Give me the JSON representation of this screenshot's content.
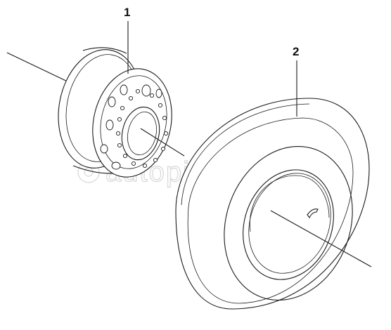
{
  "callouts": [
    {
      "id": "1",
      "label": "1"
    },
    {
      "id": "2",
      "label": "2"
    }
  ],
  "watermark": "autopiter.ru",
  "colors": {
    "ink": "#1a1a1a",
    "watermark": "#d7d7d7",
    "background": "#ffffff"
  }
}
